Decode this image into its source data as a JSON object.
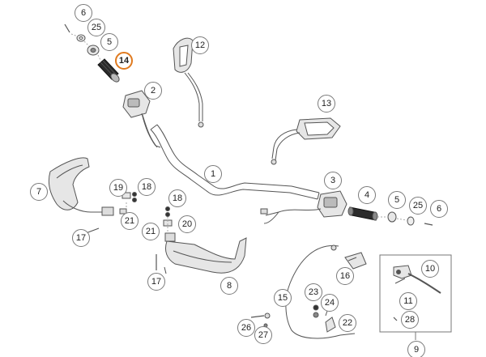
{
  "diagram": {
    "highlight_color": "#e07a1f",
    "line_color": "#555555",
    "fill_light": "#e6e6e6",
    "fill_dark": "#2b2b2b",
    "callouts": [
      {
        "id": "c6a",
        "label": "6"
      },
      {
        "id": "c25a",
        "label": "25"
      },
      {
        "id": "c5a",
        "label": "5"
      },
      {
        "id": "c14",
        "label": "14",
        "highlight": true
      },
      {
        "id": "c2",
        "label": "2"
      },
      {
        "id": "c12",
        "label": "12"
      },
      {
        "id": "c13",
        "label": "13"
      },
      {
        "id": "c1",
        "label": "1"
      },
      {
        "id": "c7",
        "label": "7"
      },
      {
        "id": "c19",
        "label": "19"
      },
      {
        "id": "c18a",
        "label": "18"
      },
      {
        "id": "c18b",
        "label": "18"
      },
      {
        "id": "c20",
        "label": "20"
      },
      {
        "id": "c21a",
        "label": "21"
      },
      {
        "id": "c21b",
        "label": "21"
      },
      {
        "id": "c17a",
        "label": "17"
      },
      {
        "id": "c17b",
        "label": "17"
      },
      {
        "id": "c8",
        "label": "8"
      },
      {
        "id": "c3",
        "label": "3"
      },
      {
        "id": "c4",
        "label": "4"
      },
      {
        "id": "c5b",
        "label": "5"
      },
      {
        "id": "c25b",
        "label": "25"
      },
      {
        "id": "c6b",
        "label": "6"
      },
      {
        "id": "c10",
        "label": "10"
      },
      {
        "id": "c11",
        "label": "11"
      },
      {
        "id": "c28",
        "label": "28"
      },
      {
        "id": "c9",
        "label": "9"
      },
      {
        "id": "c16",
        "label": "16"
      },
      {
        "id": "c15",
        "label": "15"
      },
      {
        "id": "c23",
        "label": "23"
      },
      {
        "id": "c24",
        "label": "24"
      },
      {
        "id": "c22",
        "label": "22"
      },
      {
        "id": "c26",
        "label": "26"
      },
      {
        "id": "c27",
        "label": "27"
      }
    ]
  }
}
